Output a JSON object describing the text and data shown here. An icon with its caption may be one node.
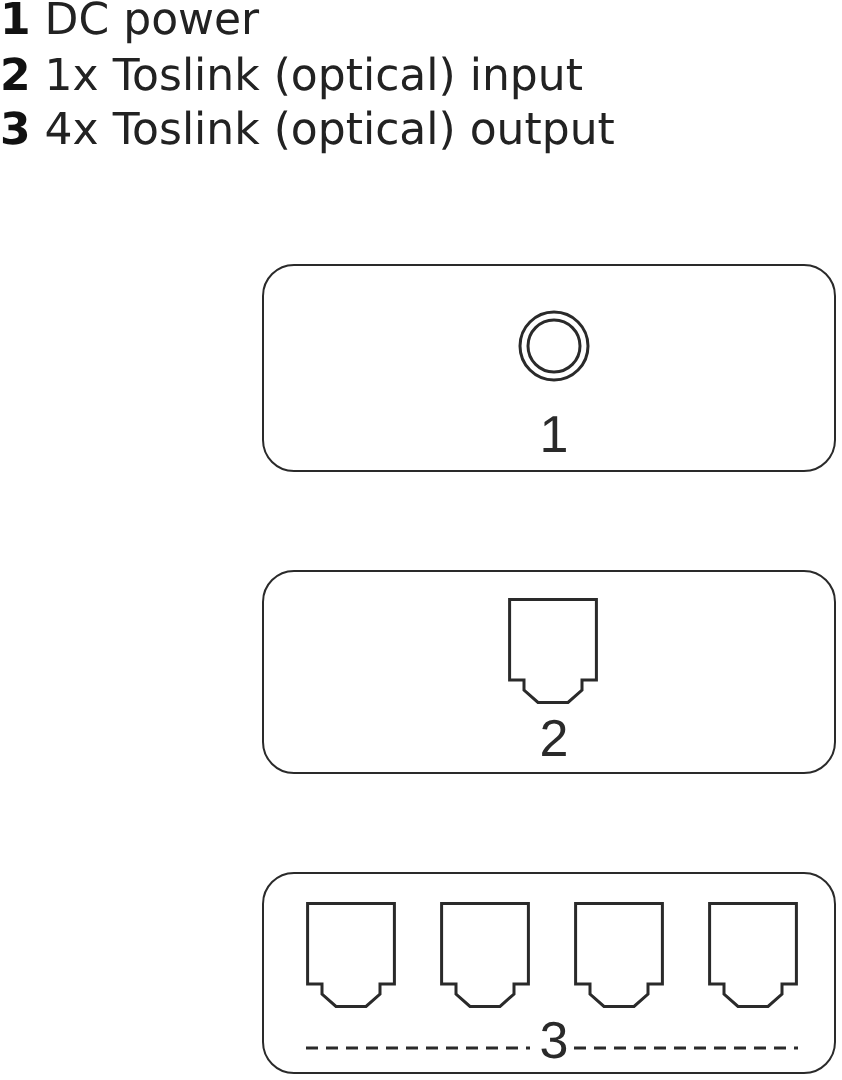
{
  "diagram": {
    "nodes": [
      {
        "text": [
          "1"
        ]
      },
      {
        "text": [
          "2"
        ]
      },
      {
        "text": [
          "3"
        ]
      }
    ],
    "labels": [
      "**1** DC power",
      "**2** 1x Toslink (optical) input",
      "**3** 4x Toslink (optical) output"
    ]
  }
}
